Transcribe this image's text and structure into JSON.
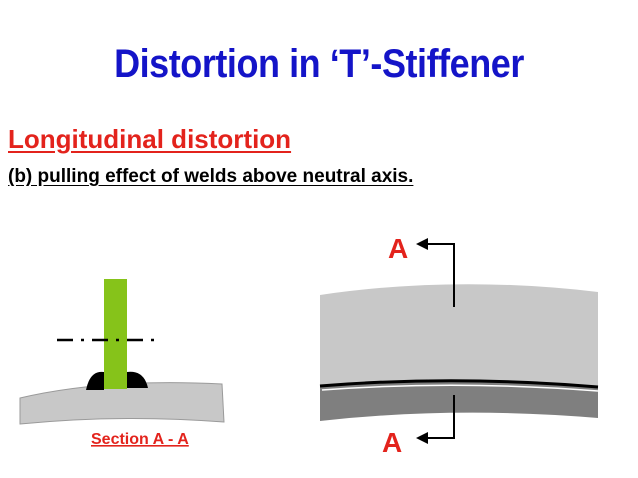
{
  "slide": {
    "title": "Distortion  in ‘T’-Stiffener",
    "subtitle": "Longitudinal distortion",
    "description": "(b) pulling effect of welds above neutral axis."
  },
  "cross_section": {
    "caption": "Section A - A"
  },
  "side_view": {
    "section_mark_top": "A",
    "section_mark_bottom": "A"
  },
  "colors": {
    "title": "#1414c8",
    "accent_red": "#e3231c",
    "plate_light": "#c8c8c8",
    "plate_dark": "#7f7f7f",
    "stiffener_green": "#86c31a",
    "weld_black": "#000000"
  }
}
